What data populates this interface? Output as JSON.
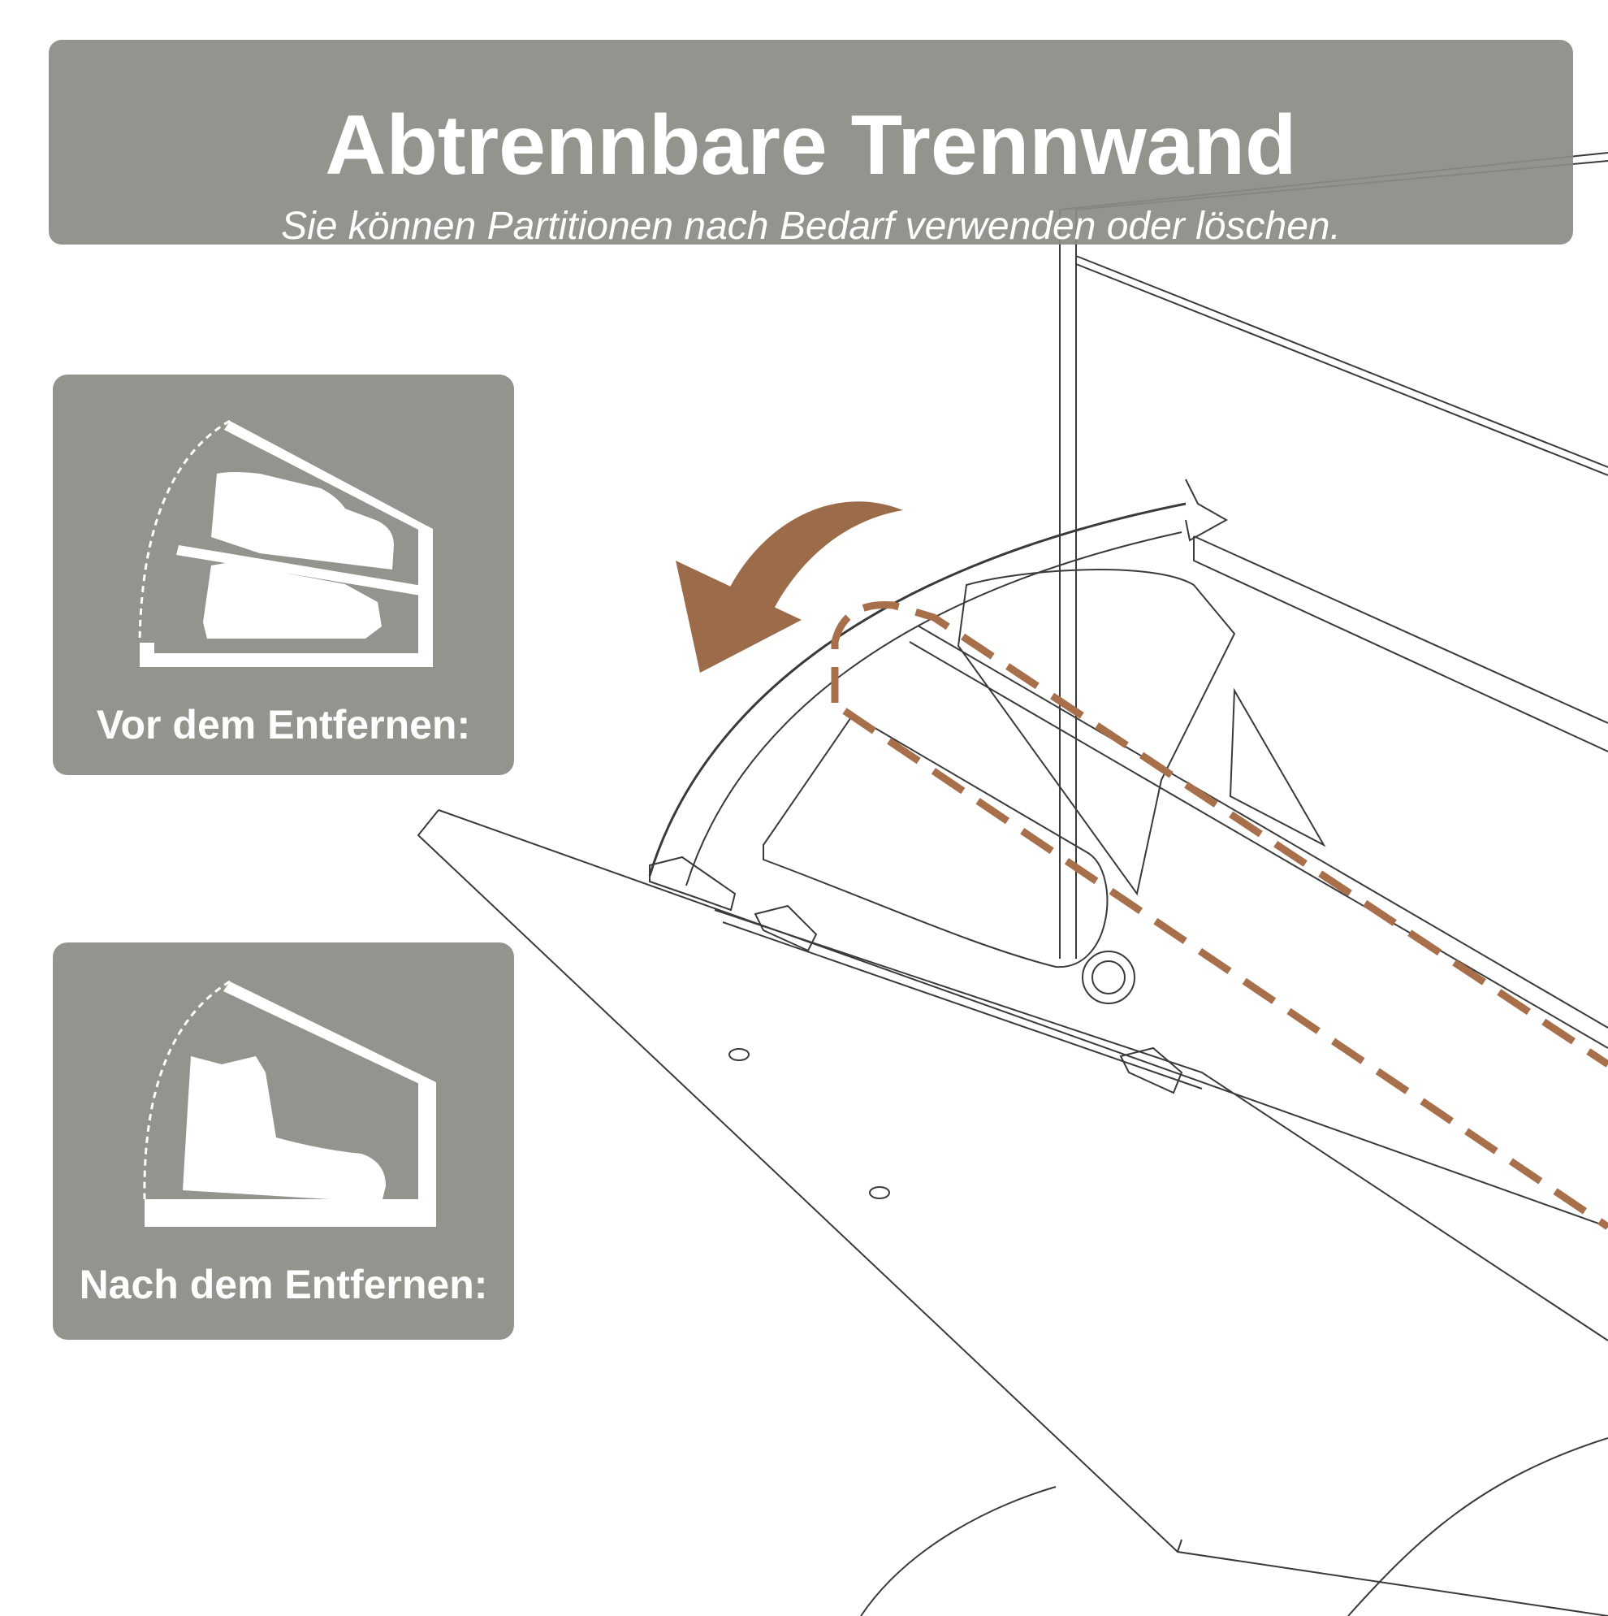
{
  "header": {
    "title": "Abtrennbare Trennwand",
    "subtitle": "Sie können Partitionen nach Bedarf verwenden oder löschen."
  },
  "panels": {
    "before": {
      "label": "Vor dem Entfernen:",
      "icon": "double-shoe-shelf-icon"
    },
    "after": {
      "label": "Nach dem Entfernen:",
      "icon": "boot-shelf-icon"
    }
  },
  "diagram": {
    "arrow_icon": "curved-arrow-icon",
    "removable_part_outline": "dashed-outline",
    "colors": {
      "arrow": "#9c6b4a",
      "dashes": "#a86f4b",
      "panel": "#8c8b85",
      "lines": "#3a3a3a"
    }
  }
}
